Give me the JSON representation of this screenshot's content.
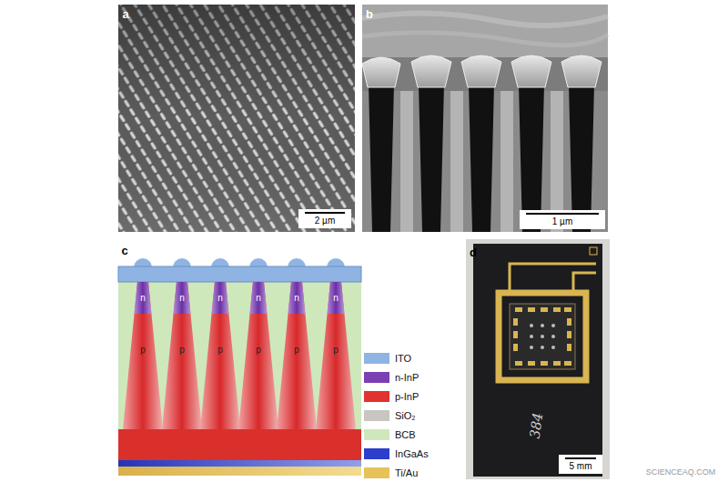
{
  "diagram": {
    "nodes": [
      {
        "text": [
          "2 µm"
        ]
      },
      {
        "text": [
          "1 µm"
        ]
      },
      {
        "text": [
          "5 mm"
        ]
      }
    ],
    "labels": [
      "a",
      "b",
      "c",
      "d",
      "n",
      "n",
      "n",
      "n",
      "n",
      "n",
      "p",
      "p",
      "p",
      "p",
      "p",
      "p",
      "384",
      "SCIENCEAQ.COM"
    ],
    "legend": [
      {
        "text": "ITO",
        "color": "#8fb4e3"
      },
      {
        "text": "n-InP",
        "color": "#7b3fb3"
      },
      {
        "text": "p-InP",
        "color": "#e0322f"
      },
      {
        "text": "SiO₂",
        "color": "#c9c5c1"
      },
      {
        "text": "BCB",
        "color": "#cfe8bb"
      },
      {
        "text": "InGaAs",
        "color": "#2c3fcc"
      },
      {
        "text": "Ti/Au",
        "color": "#e6c25a"
      }
    ]
  }
}
